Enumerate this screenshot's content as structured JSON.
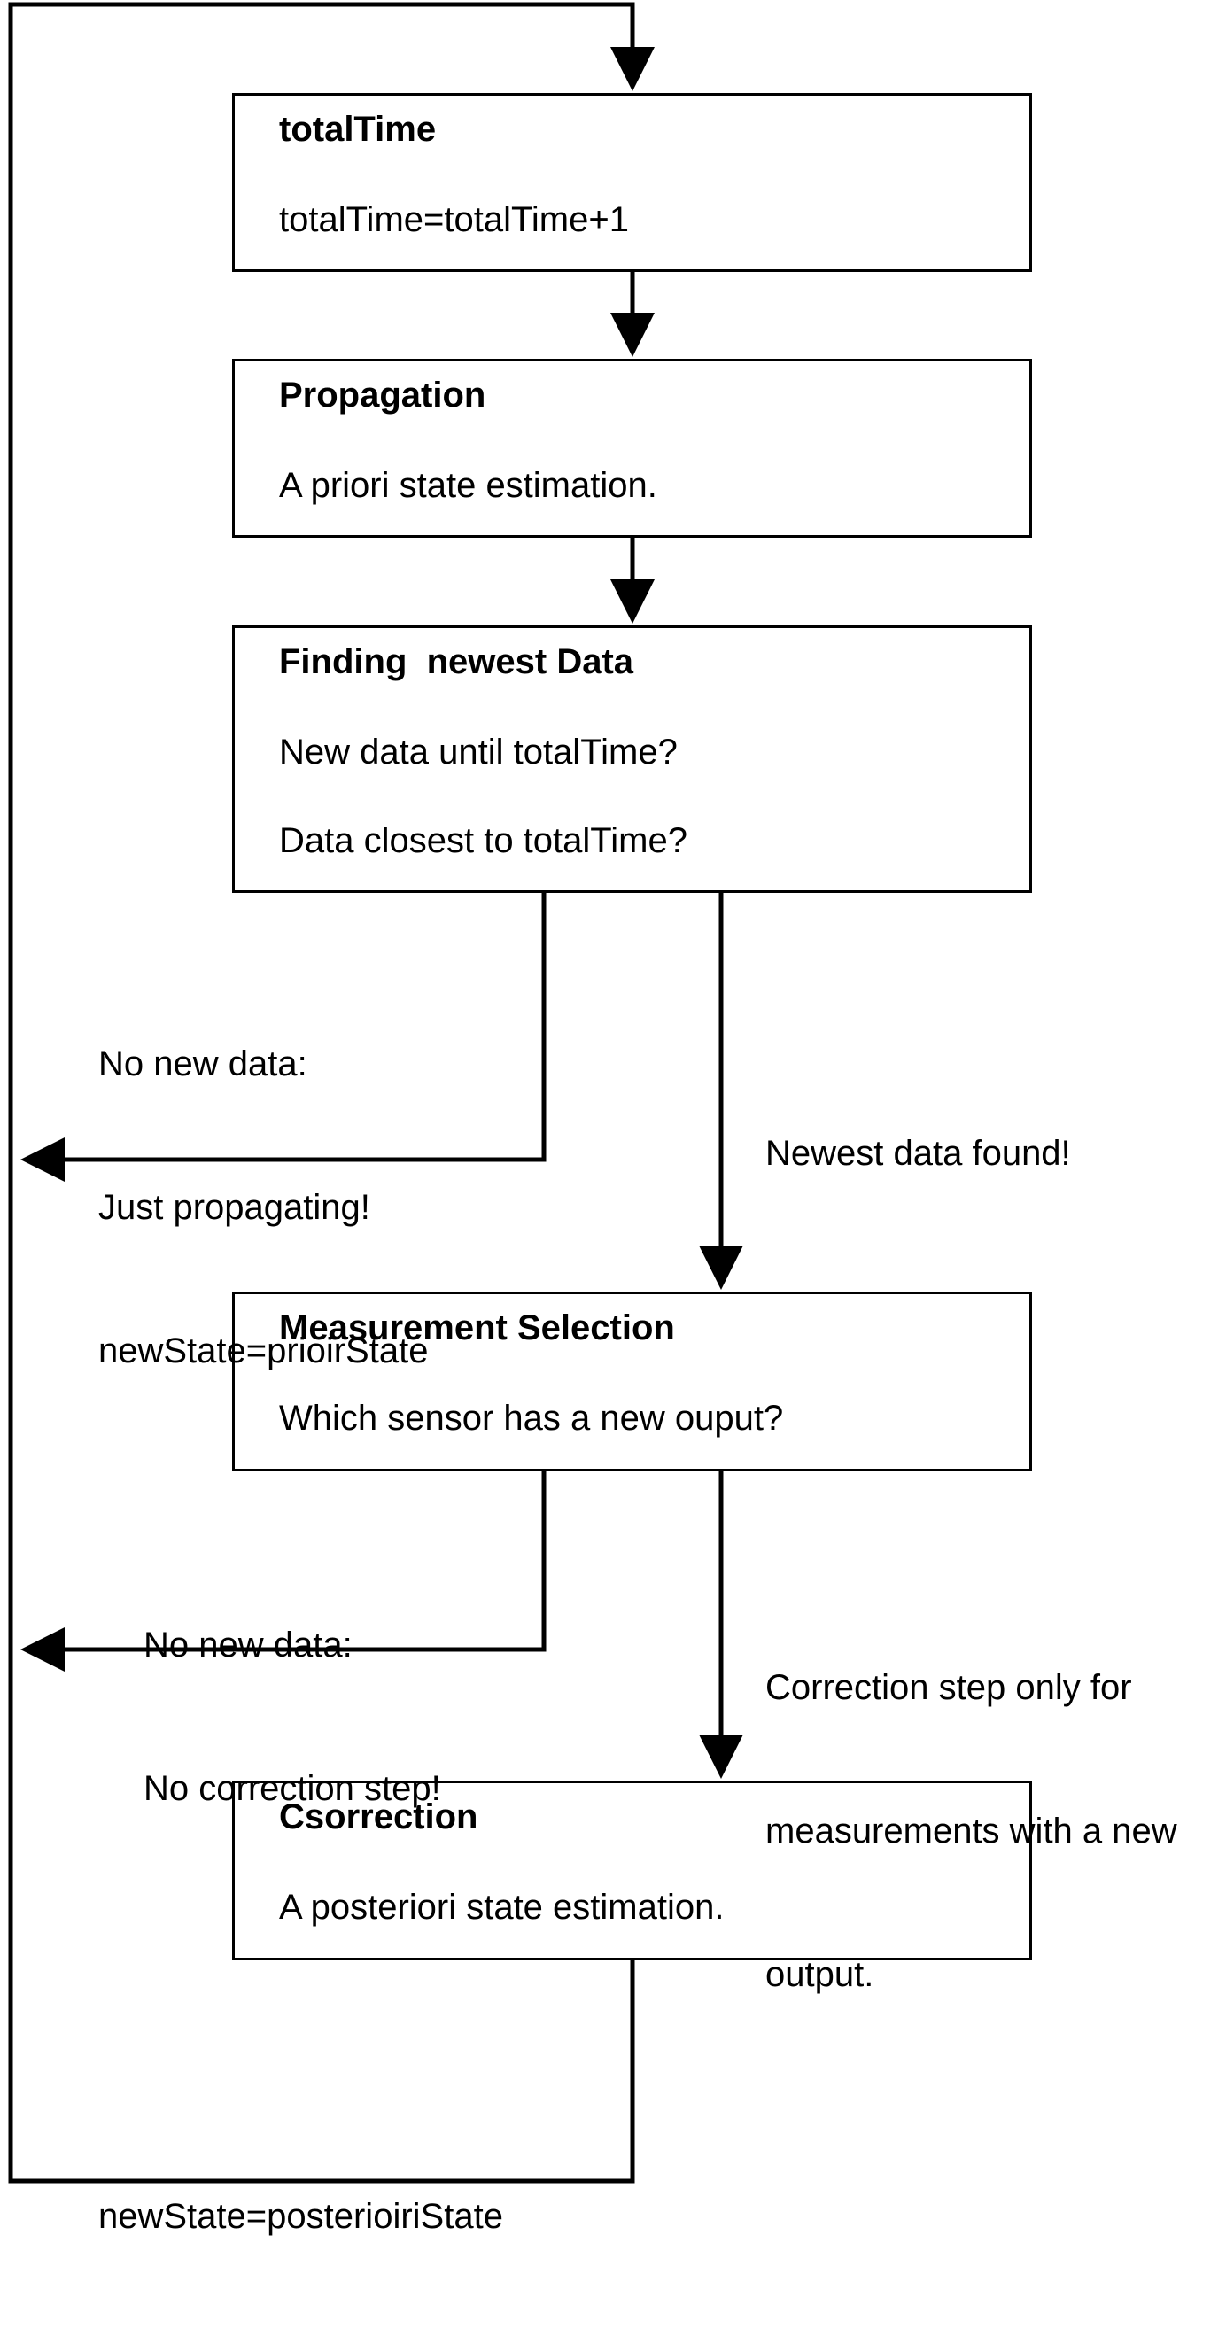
{
  "nodes": [
    {
      "title": "totalTime",
      "lines": [
        "totalTime=totalTime+1"
      ]
    },
    {
      "title": "Propagation",
      "lines": [
        "A priori state estimation."
      ]
    },
    {
      "title": "Finding  newest Data",
      "lines": [
        "New data until totalTime?",
        "Data closest to totalTime?"
      ]
    },
    {
      "title": "Measurement Selection",
      "lines": [
        "Which sensor has a new ouput?"
      ]
    },
    {
      "title": "Csorrection",
      "lines": [
        "A posteriori state estimation."
      ]
    }
  ],
  "edge_labels": {
    "no_new_data_1": [
      "No new data:",
      "Just propagating!",
      "newState=prioirState"
    ],
    "newest_found": [
      "Newest data found!"
    ],
    "no_new_data_2": [
      "No new data:",
      "No correction step!"
    ],
    "correction_only": [
      "Correction step only for",
      "measurements with a new",
      "output."
    ],
    "loop_back": [
      "newState=posterioiriState"
    ]
  }
}
